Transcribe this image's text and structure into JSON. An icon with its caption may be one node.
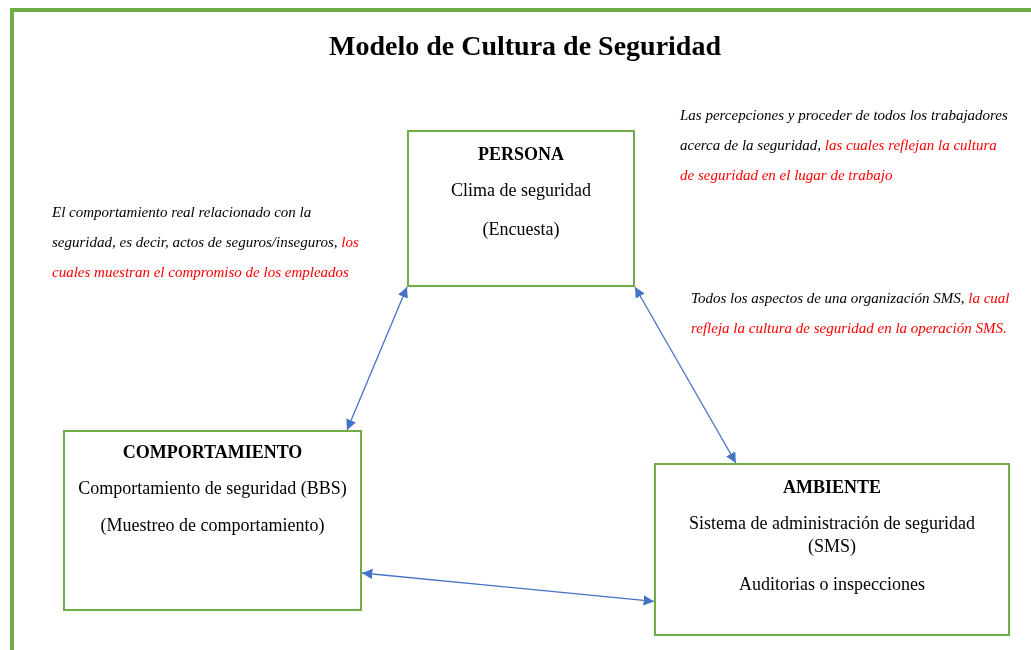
{
  "diagram": {
    "title": "Modelo de Cultura de Seguridad",
    "nodes": [
      {
        "text": [
          "PERSONA",
          "Clima de seguridad",
          "(Encuesta)"
        ]
      },
      {
        "text": [
          "COMPORTAMIENTO",
          "Comportamiento de seguridad (BBS)",
          "(Muestreo de comportamiento)"
        ]
      },
      {
        "text": [
          "AMBIENTE",
          "Sistema de administración de seguridad (SMS)",
          "Auditorias o inspecciones"
        ]
      }
    ],
    "edges": [
      {
        "from": 0,
        "to": 1,
        "arrow": "both"
      },
      {
        "from": 0,
        "to": 2,
        "arrow": "both"
      },
      {
        "from": 1,
        "to": 2,
        "arrow": "both"
      }
    ],
    "labels": [
      "Las percepciones y proceder de todos los trabajadores acerca de la seguridad,",
      "las cuales reflejan la cultura de seguridad en el lugar de trabajo",
      "El comportamiento real relacionado con la seguridad, es decir, actos de seguros/inseguros,",
      "los cuales muestran el compromiso de los empleados",
      "Todos los aspectos de una organización SMS,",
      "la cual refleja la cultura de seguridad en la operación SMS."
    ]
  }
}
